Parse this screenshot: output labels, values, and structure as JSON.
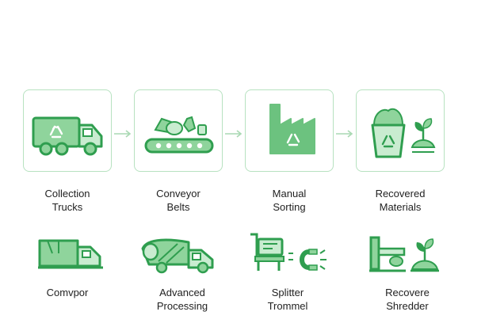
{
  "colors": {
    "icon_dark": "#2f9e4f",
    "icon_fill": "#8fd49c",
    "icon_light": "#c9ecd0",
    "card_border": "#b7e2c0",
    "arrow": "#a9d9b3"
  },
  "top_row": [
    {
      "icon": "garbage-truck-icon",
      "line1": "Collection",
      "line2": "Trucks"
    },
    {
      "icon": "conveyor-belt-icon",
      "line1": "Conveyor",
      "line2": "Belts"
    },
    {
      "icon": "factory-icon",
      "line1": "Manual",
      "line2": "Sorting"
    },
    {
      "icon": "recycle-bin-plant-icon",
      "line1": "Recovered",
      "line2": "Materials"
    }
  ],
  "bottom_row": [
    {
      "icon": "compactor-truck-icon",
      "line1": "Comvpor",
      "line2": ""
    },
    {
      "icon": "processing-truck-icon",
      "line1": "Advanced",
      "line2": "Processing"
    },
    {
      "icon": "magnet-splitter-icon",
      "line1": "Splitter",
      "line2": "Trommel"
    },
    {
      "icon": "shredder-plant-icon",
      "line1": "Recovere",
      "line2": "Shredder"
    }
  ]
}
